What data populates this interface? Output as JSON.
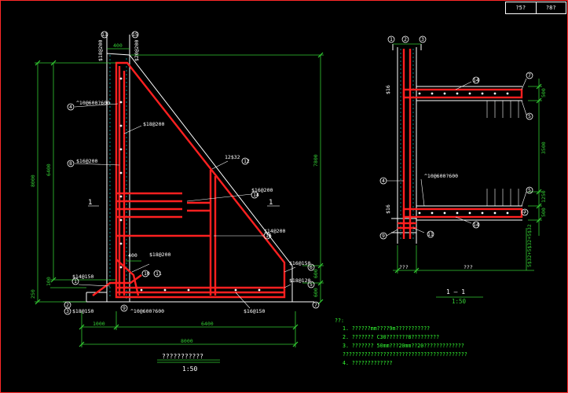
{
  "title_block": {
    "cell1": "?5?",
    "cell2": "?8?"
  },
  "left_view": {
    "dims": {
      "total_height": "8000",
      "upper_height": "6400",
      "d100": "100",
      "d250": "250",
      "right_height": "7800",
      "right_600a": "600",
      "right_600b": "600",
      "top_width": "400",
      "bottom_1000": "1000",
      "bottom_6400": "6400",
      "bottom_total": "8000",
      "small_400": "400",
      "d150": "150"
    },
    "labels": {
      "rebar_top1": "$18@200",
      "rebar_top2": "$20@200",
      "mesh_left": "^10@600?600",
      "bar_mid_left": "$16@200",
      "bar_mid": "$18@200",
      "inclined": "12$32",
      "horiz_bars": "$16@200",
      "bar_lower": "$14@200",
      "bar_bottom": "$18@200",
      "left_bottom1": "$14@150",
      "left_bottom2": "$18@150",
      "mesh_bottom": "^10@600?600",
      "bottom_right": "$16@150",
      "right_r1": "$16@150",
      "right_r2": "$18@120",
      "section_left": "1",
      "section_right": "1"
    },
    "circles": [
      "1",
      "2",
      "3",
      "4",
      "5",
      "6",
      "7",
      "8",
      "9",
      "10",
      "11",
      "12",
      "13",
      "14",
      "15",
      "16"
    ],
    "caption": "???????????",
    "scale": "1:50"
  },
  "right_view": {
    "dims": {
      "top_500": "500",
      "mid_3500": "3500",
      "low_1250": "1250",
      "low_500": "500",
      "bottom_bars": "5$32+5$32+5$32",
      "left_label": "???",
      "right_label": "???",
      "d16a": "$16",
      "d16b": "$16"
    },
    "labels": {
      "mesh": "^10@600?600"
    },
    "circles": [
      "1",
      "2",
      "3",
      "4",
      "5",
      "6",
      "7",
      "8",
      "9",
      "10",
      "11",
      "14"
    ],
    "caption": "1 — 1",
    "scale": "1:50"
  },
  "notes": {
    "heading": "??:",
    "lines": [
      "1. ??????mm????9m???????????",
      "2. ??????? C30???????8?????????",
      "3. ??????? 50mm???20mm??20?????????????",
      "????????????????????????????????????????",
      "4. ?????????????"
    ]
  },
  "colors": {
    "background": "#000000",
    "concrete_line": "#ffffff",
    "rebar": "#ff2020",
    "dimension": "#33cc33",
    "hatch": "#00b0b0",
    "note_text": "#33ff33",
    "label_text": "#ffffff"
  }
}
